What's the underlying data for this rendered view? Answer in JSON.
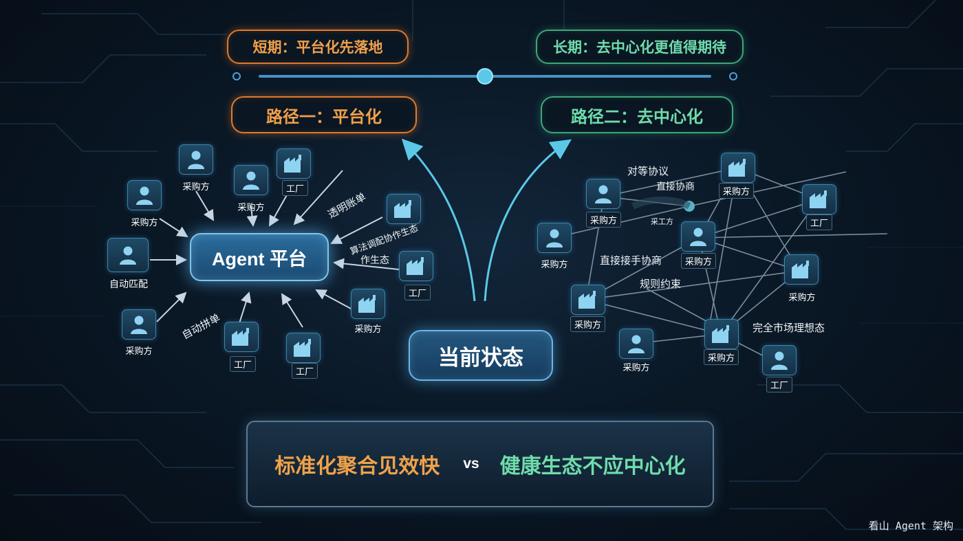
{
  "colors": {
    "orange": "#f2a04a",
    "green": "#6fdcab",
    "node_fill": "#1f4a66",
    "accent_blue": "#5cc8e8"
  },
  "timeline": {
    "short_term": "短期：平台化先落地",
    "long_term": "长期：去中心化更值得期待"
  },
  "paths": {
    "path1": "路径一：平台化",
    "path2": "路径二：去中心化"
  },
  "current_state": "当前状态",
  "platform": {
    "center": "Agent 平台",
    "nodes": [
      {
        "icon": "buyer-icon",
        "label": "采购方"
      },
      {
        "icon": "buyer-icon",
        "label": "采购方"
      },
      {
        "icon": "buyer-icon",
        "label": "采购方"
      },
      {
        "icon": "factory-icon",
        "label": "工厂"
      },
      {
        "icon": "buyer-icon",
        "label": "自动匹配"
      },
      {
        "icon": "buyer-icon",
        "label": "采购方"
      },
      {
        "icon": "factory-icon",
        "label": "工厂"
      },
      {
        "icon": "factory-icon",
        "label": "工厂"
      },
      {
        "icon": "factory-icon",
        "label": "采购方"
      },
      {
        "icon": "factory-icon",
        "label": "工厂"
      },
      {
        "icon": "factory-icon",
        "label": ""
      }
    ],
    "edge_labels": [
      "透明账单",
      "算法调配协作生态",
      "作生态",
      "自动拼单"
    ]
  },
  "network": {
    "nodes": [
      {
        "icon": "factory-icon",
        "label": "采购方"
      },
      {
        "icon": "buyer-icon",
        "label": "采购方"
      },
      {
        "icon": "factory-icon",
        "label": "工厂"
      },
      {
        "icon": "buyer-icon",
        "label": "采购方"
      },
      {
        "icon": "buyer-icon",
        "label": "采购方"
      },
      {
        "icon": "factory-icon",
        "label": "采购方"
      },
      {
        "icon": "factory-icon",
        "label": "采购方"
      },
      {
        "icon": "factory-icon",
        "label": "采购方"
      },
      {
        "icon": "buyer-icon",
        "label": "采购方"
      },
      {
        "icon": "buyer-icon",
        "label": "工厂"
      }
    ],
    "edge_labels": [
      "对等协议",
      "直接协商",
      "采工方",
      "直接接手协商",
      "规则约束",
      "完全市场理想态"
    ]
  },
  "bottom": {
    "left": "标准化聚合见效快",
    "vs": "vs",
    "right": "健康生态不应中心化"
  },
  "watermark": "看山 Agent 架构"
}
